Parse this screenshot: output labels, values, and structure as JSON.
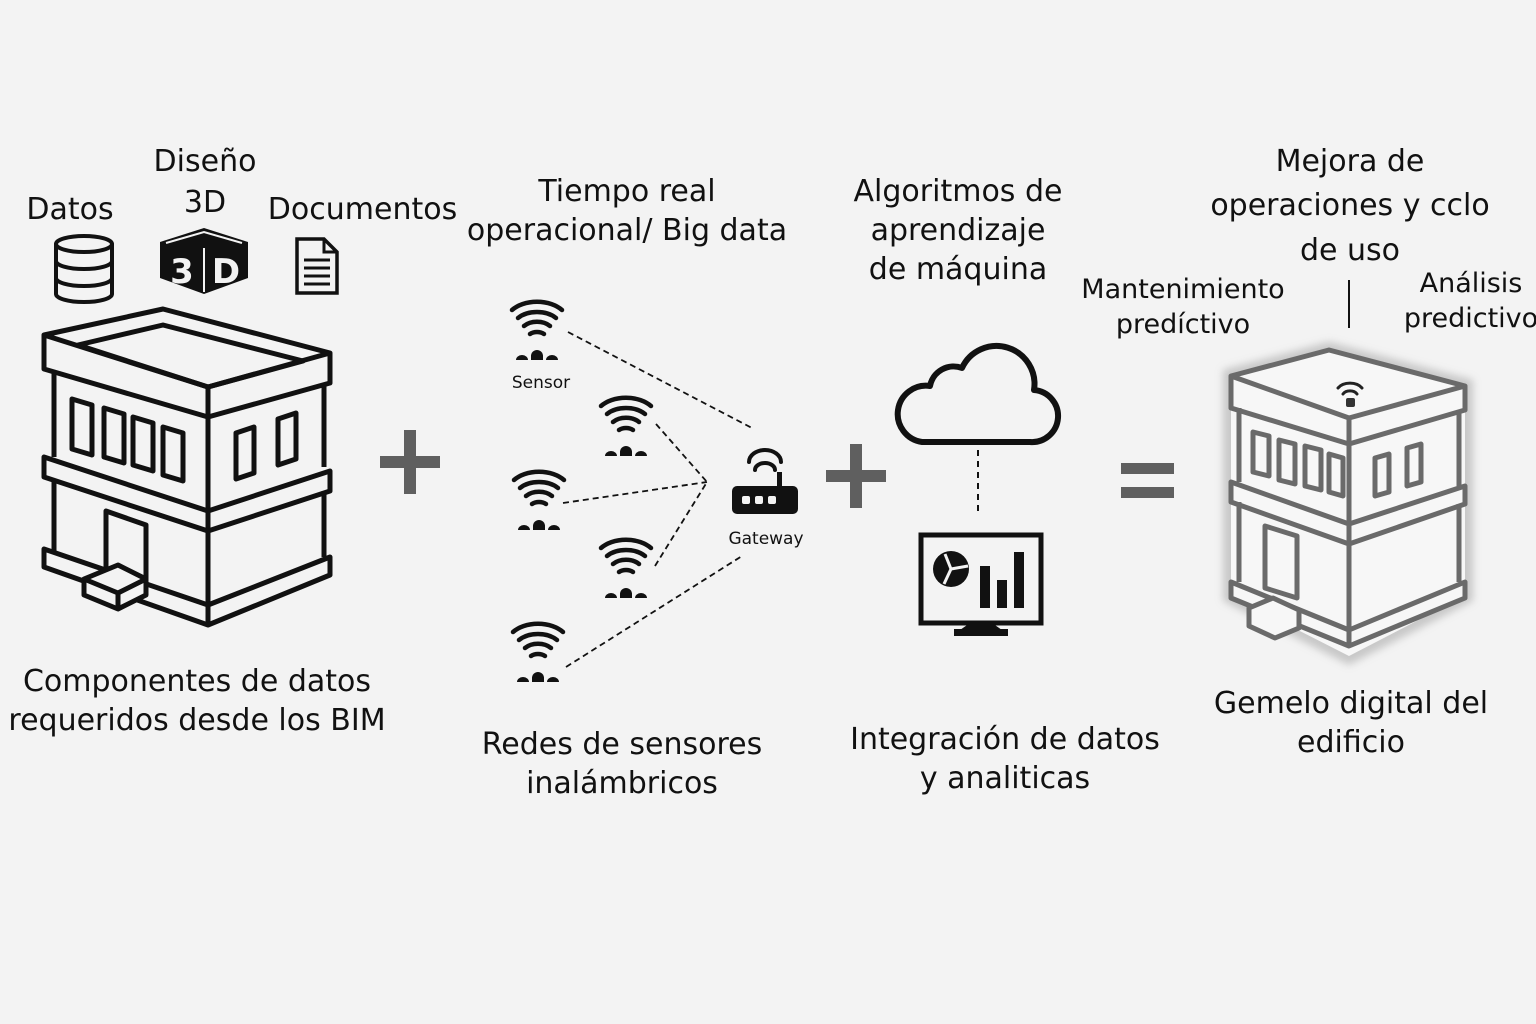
{
  "diagram": {
    "title": "Gemelo digital del edificio: componentes",
    "operators": [
      "+",
      "+",
      "="
    ],
    "section_bim": {
      "caption": "Componentes de datos\nrequeridos desde los BIM",
      "inputs": [
        {
          "label": "Datos",
          "icon": "database-icon"
        },
        {
          "label": "Diseño\n3D",
          "icon": "3d-cube-icon"
        },
        {
          "label": "Documentos",
          "icon": "document-icon"
        }
      ],
      "icon": "building-icon"
    },
    "section_sensors": {
      "header": "Tiempo real\noperacional/ Big data",
      "caption": "Redes de sensores\ninalámbricos",
      "sensor_label": "Sensor",
      "gateway_label": "Gateway",
      "sensor_count": 5
    },
    "section_analytics": {
      "header": "Algoritmos de\naprendizaje\nde máquina",
      "caption": "Integración de datos\ny analiticas",
      "icons": [
        "cloud-icon",
        "analytics-monitor-icon"
      ]
    },
    "section_twin": {
      "header": "Mejora de\noperaciones y cclo\nde uso",
      "left_annotation": "Mantenimiento\npredíctivo",
      "right_annotation": "Análisis\npredictivo",
      "caption": "Gemelo digital del\nedificio",
      "icon": "digital-twin-building-icon"
    },
    "colors": {
      "background": "#f3f3f3",
      "ink": "#111111",
      "operator": "#5f5f5f",
      "twin_stroke": "#6a6a6a"
    }
  }
}
